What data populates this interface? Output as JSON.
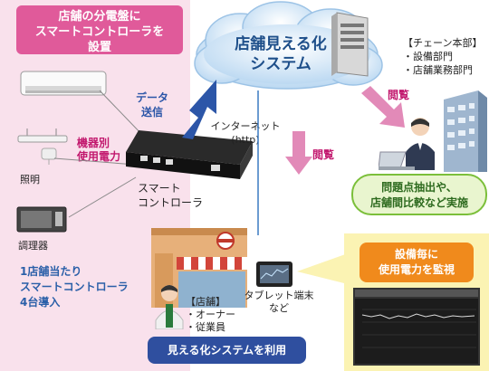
{
  "store_panel": {
    "title_line1": "店舗の分電盤に",
    "title_line2": "スマートコントローラを",
    "title_line3": "設置",
    "power_label_line1": "機器別",
    "power_label_line2": "使用電力",
    "lighting_label": "照明",
    "cooker_label": "調理器",
    "controllers_line1": "1店舗当たり",
    "controllers_line2": "スマートコントローラ",
    "controllers_line3": "4台導入"
  },
  "controller": {
    "label_line1": "スマート",
    "label_line2": "コントローラ"
  },
  "cloud": {
    "line1": "店舗見える化",
    "line2": "システム"
  },
  "data_send": {
    "line1": "データ",
    "line2": "送信"
  },
  "internet": {
    "line1": "インターネット",
    "line2": "(http)"
  },
  "view_label_right": "閲覧",
  "view_label_center": "閲覧",
  "hq": {
    "line1": "【チェーン本部】",
    "line2": "・設備部門",
    "line3": "・店舗業務部門"
  },
  "analysis_bubble": {
    "line1": "問題点抽出や、",
    "line2": "店舗間比較など実施"
  },
  "monitor_tag": {
    "line1": "設備毎に",
    "line2": "使用電力を監視"
  },
  "store": {
    "line1": "【店舗】",
    "line2": "・オーナー",
    "line3": "・従業員"
  },
  "tablet": {
    "line1": "タブレット端末",
    "line2": "など"
  },
  "usage_bar": "見える化システムを利用",
  "colors": {
    "pink_panel": "#f9e1ec",
    "pink_title": "#e05a9a",
    "arrow_pink": "#e28ab8",
    "cloud_blue": "#1e4f8a",
    "yellow_panel": "#fbf3b3",
    "orange_tag": "#f08a1c",
    "green_bubble": "#e9f5cf",
    "usage_bar": "#2f4f9f"
  }
}
